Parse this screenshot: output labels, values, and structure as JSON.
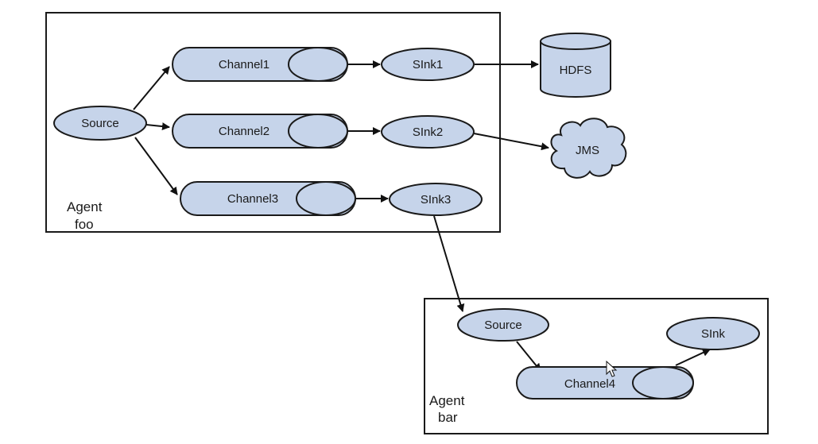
{
  "agent_foo": {
    "label_line1": "Agent",
    "label_line2": "foo",
    "source": "Source",
    "channels": [
      "Channel1",
      "Channel2",
      "Channel3"
    ],
    "sinks": [
      "SInk1",
      "SInk2",
      "SInk3"
    ]
  },
  "external": {
    "hdfs": "HDFS",
    "jms": "JMS"
  },
  "agent_bar": {
    "label_line1": "Agent",
    "label_line2": "bar",
    "source": "Source",
    "channel": "Channel4",
    "sink": "SInk"
  },
  "colors": {
    "node_fill": "#c6d4ea",
    "stroke": "#1a1a1a"
  }
}
